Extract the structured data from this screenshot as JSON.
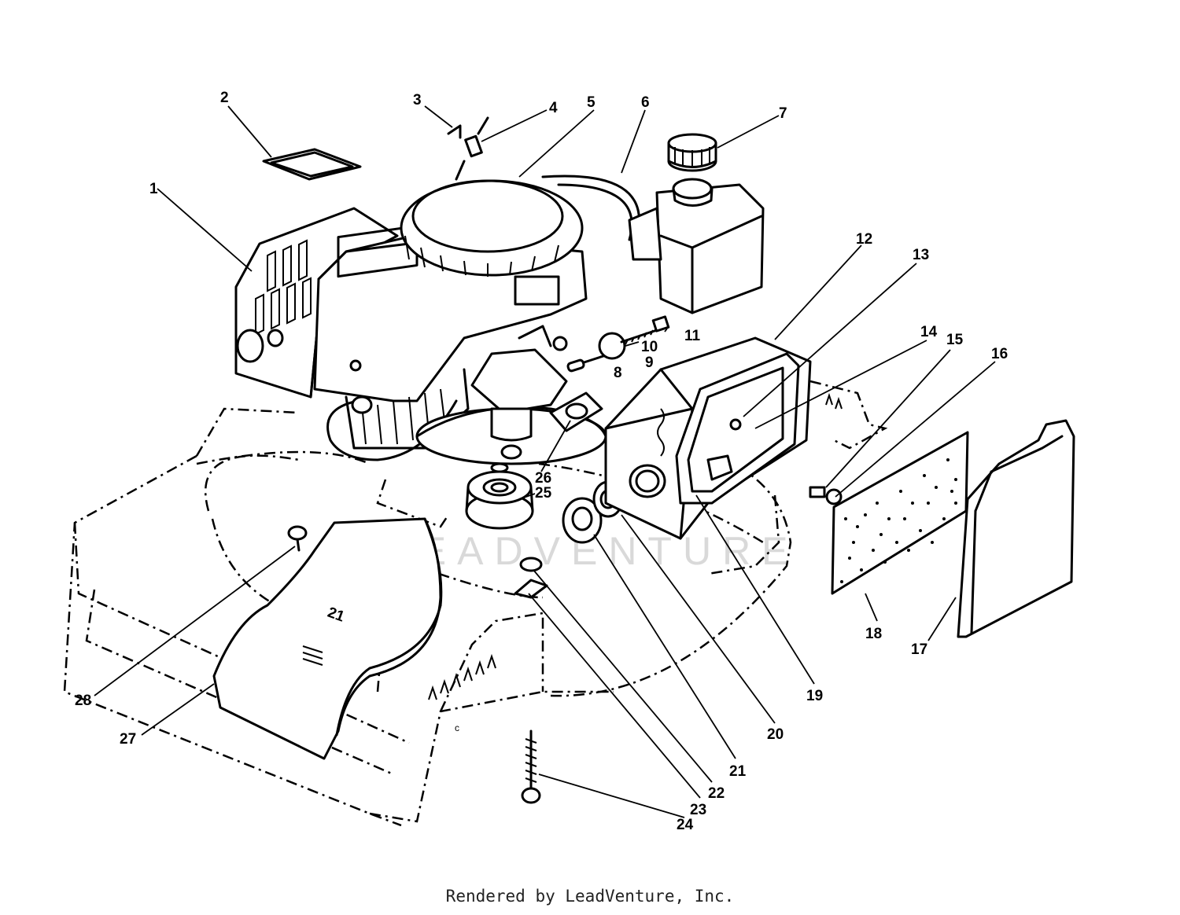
{
  "diagram": {
    "part_labels": [
      "1",
      "2",
      "3",
      "4",
      "5",
      "6",
      "7",
      "8",
      "9",
      "10",
      "11",
      "12",
      "13",
      "14",
      "15",
      "16",
      "17",
      "18",
      "19",
      "20",
      "21",
      "22",
      "23",
      "24",
      "25",
      "26",
      "27",
      "28"
    ],
    "deck_marking": "21",
    "watermark": "LEADVENTURE"
  },
  "footer": {
    "credit": "Rendered by LeadVenture, Inc."
  }
}
